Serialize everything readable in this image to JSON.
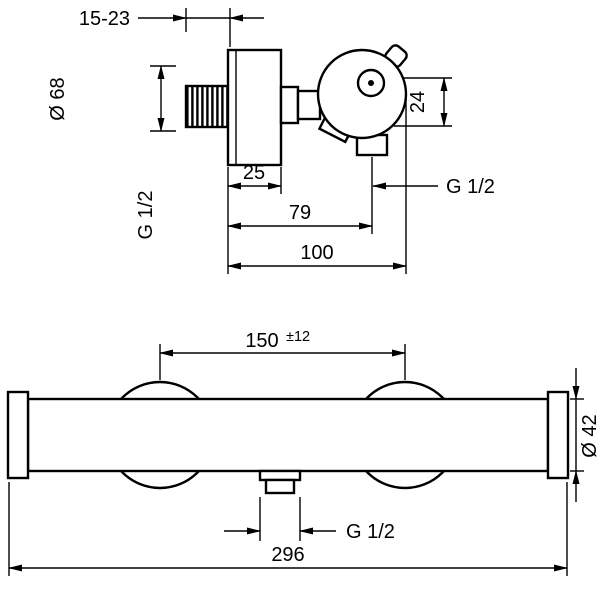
{
  "colors": {
    "ink": "#000000",
    "paper": "#ffffff"
  },
  "side_view": {
    "dims": {
      "wall_distance": "15-23",
      "escutcheon_diameter": "Ø 68",
      "outlet_offset": "24",
      "escutcheon_depth": "25",
      "outlet_projection": "79",
      "total_projection": "100",
      "inlet_thread": "G 1/2",
      "outlet_thread": "G 1/2"
    }
  },
  "front_view": {
    "dims": {
      "connection_pitch": "150",
      "pitch_tolerance": "±12",
      "bar_diameter": "Ø 42",
      "outlet_thread": "G 1/2",
      "overall_length": "296"
    }
  }
}
